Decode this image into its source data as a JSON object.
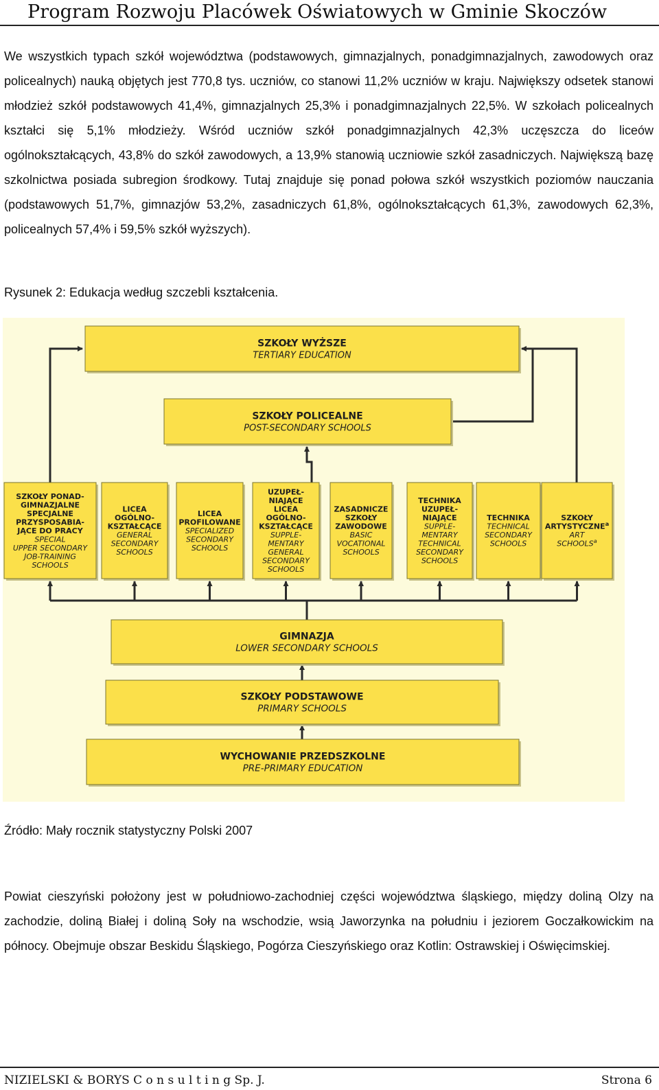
{
  "header": {
    "title": "Program Rozwoju Placówek Oświatowych w Gminie Skoczów"
  },
  "paragraphs": {
    "p1": "We wszystkich typach szkół województwa (podstawowych, gimnazjalnych, ponadgimnazjalnych, zawodowych oraz policealnych) nauką objętych jest 770,8 tys. uczniów, co stanowi 11,2% uczniów w kraju. Największy odsetek stanowi młodzież szkół podstawowych 41,4%, gimnazjalnych 25,3% i ponadgimnazjalnych 22,5%. W szkołach policealnych kształci się 5,1% młodzieży. Wśród uczniów szkół ponadgimnazjalnych 42,3% uczęszcza do liceów ogólnokształcących, 43,8% do szkół zawodowych, a 13,9% stanowią uczniowie szkół zasadniczych. Największą bazę szkolnictwa posiada subregion środkowy. Tutaj znajduje się ponad połowa szkół wszystkich poziomów nauczania (podstawowych 51,7%, gimnazjów 53,2%, zasadniczych 61,8%, ogólnokształcących 61,3%, zawodowych 62,3%, policealnych 57,4% i 59,5% szkół wyższych).",
    "p2": "Powiat cieszyński położony jest w południowo-zachodniej części województwa śląskiego, między doliną Olzy na zachodzie, doliną Białej i doliną Soły na wschodzie, wsią Jaworzynka na południu i jeziorem Goczałkowickim na północy. Obejmuje obszar Beskidu Śląskiego, Pogórza Cieszyńskiego oraz Kotlin: Ostrawskiej i Oświęcimskiej."
  },
  "figure": {
    "caption": "Rysunek 2: Edukacja według szczebli kształcenia.",
    "source": "Źródło: Mały rocznik statystyczny Polski 2007",
    "colors": {
      "background": "#fdfbdc",
      "box": "#fbe04a",
      "box_border": "#7a7530",
      "line": "#2b2b2b"
    },
    "boxes": {
      "tertiary": {
        "pl": [
          "SZKOŁY WYŻSZE"
        ],
        "en": [
          "TERTIARY EDUCATION"
        ]
      },
      "postsecondary": {
        "pl": [
          "SZKOŁY POLICEALNE"
        ],
        "en": [
          "POST-SECONDARY SCHOOLS"
        ]
      },
      "special": {
        "pl": [
          "SZKOŁY PONAD-",
          "GIMNAZJALNE",
          "SPECJALNE",
          "PRZYSPOSABIA-",
          "JĄCE DO PRACY"
        ],
        "en": [
          "SPECIAL",
          "UPPER SECONDARY",
          "JOB-TRAINING",
          "SCHOOLS"
        ]
      },
      "general": {
        "pl": [
          "LICEA",
          "OGÓLNO-",
          "KSZTAŁCĄCE"
        ],
        "en": [
          "GENERAL",
          "SECONDARY",
          "SCHOOLS"
        ]
      },
      "specialized": {
        "pl": [
          "LICEA",
          "PROFILOWANE"
        ],
        "en": [
          "SPECIALIZED",
          "SECONDARY",
          "SCHOOLS"
        ]
      },
      "supplementary": {
        "pl": [
          "UZUPEŁ-",
          "NIAJĄCE",
          "LICEA",
          "OGÓLNO-",
          "KSZTAŁCĄCE"
        ],
        "en": [
          "SUPPLE-",
          "MENTARY",
          "GENERAL",
          "SECONDARY",
          "SCHOOLS"
        ]
      },
      "basic_vocational": {
        "pl": [
          "ZASADNICZE",
          "SZKOŁY",
          "ZAWODOWE"
        ],
        "en": [
          "BASIC",
          "VOCATIONAL",
          "SCHOOLS"
        ]
      },
      "supp_technical": {
        "pl": [
          "TECHNIKA",
          "UZUPEŁ-",
          "NIAJĄCE"
        ],
        "en": [
          "SUPPLE-",
          "MENTARY",
          "TECHNICAL",
          "SECONDARY",
          "SCHOOLS"
        ]
      },
      "technical": {
        "pl": [
          "TECHNIKA"
        ],
        "en": [
          "TECHNICAL",
          "SECONDARY",
          "SCHOOLS"
        ]
      },
      "art": {
        "pl": [
          "SZKOŁY",
          "ARTYSTYCZNE"
        ],
        "pl_sup": "a",
        "en": [
          "ART",
          "SCHOOLS"
        ],
        "en_sup": "a"
      },
      "lower_secondary": {
        "pl": [
          "GIMNAZJA"
        ],
        "en": [
          "LOWER SECONDARY SCHOOLS"
        ]
      },
      "primary": {
        "pl": [
          "SZKOŁY PODSTAWOWE"
        ],
        "en": [
          "PRIMARY SCHOOLS"
        ]
      },
      "preprimary": {
        "pl": [
          "WYCHOWANIE PRZEDSZKOLNE"
        ],
        "en": [
          "PRE-PRIMARY EDUCATION"
        ]
      }
    }
  },
  "footer": {
    "left": "NIZIELSKI & BORYS C o n s u l t i n g Sp. J.",
    "right": "Strona 6"
  }
}
